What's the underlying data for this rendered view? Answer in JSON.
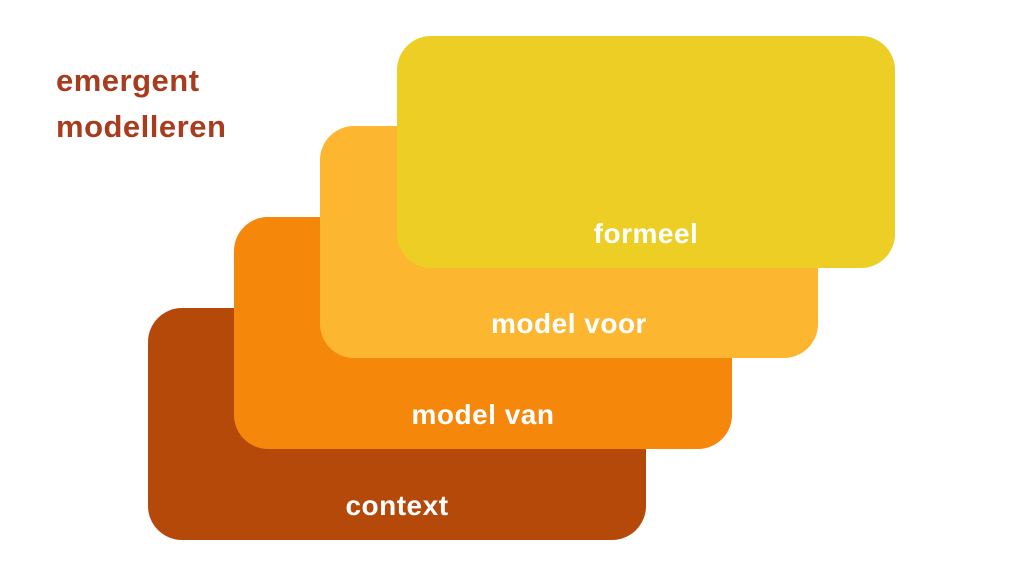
{
  "title": {
    "line1": "emergent",
    "line2": "modelleren"
  },
  "layers": [
    {
      "label": "context",
      "color": "#B5490A"
    },
    {
      "label": "model van",
      "color": "#F5870A"
    },
    {
      "label": "model voor",
      "color": "#FDB630"
    },
    {
      "label": "formeel",
      "color": "#ECCE25"
    }
  ]
}
